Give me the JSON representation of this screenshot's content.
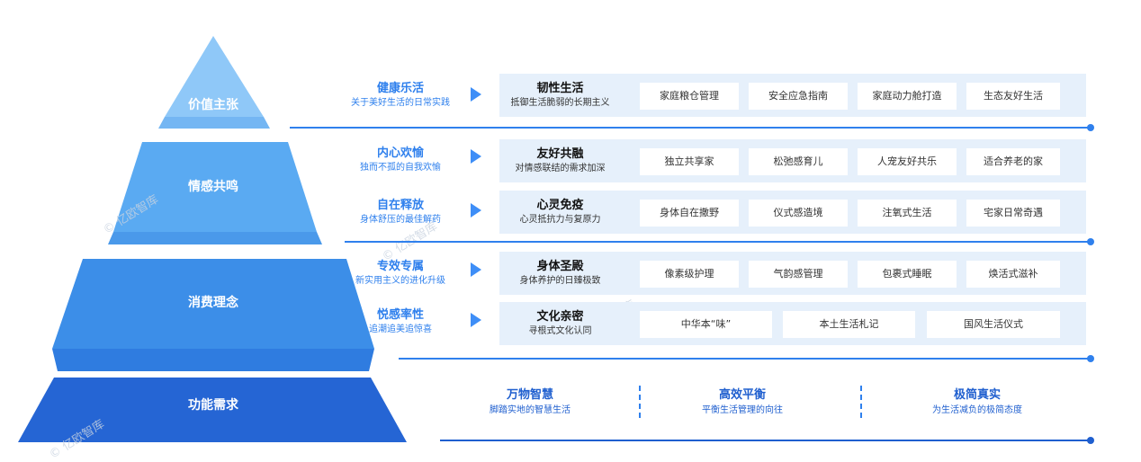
{
  "pyramid": {
    "tiers": [
      "价值主张",
      "情感共鸣",
      "消费理念",
      "功能需求"
    ],
    "watermark": "© 亿欧智库",
    "colors": {
      "tier1": "#8fc8f8",
      "tier2": "#5aaaf2",
      "tier3": "#3c8ee8",
      "tier4": "#2565d4"
    }
  },
  "subs": [
    {
      "title": "健康乐活",
      "desc": "关于美好生活的日常实践"
    },
    {
      "title": "内心欢愉",
      "desc": "独而不孤的自我欢愉"
    },
    {
      "title": "自在释放",
      "desc": "身体舒压的最佳解药"
    },
    {
      "title": "专效专属",
      "desc": "新实用主义的进化升级"
    },
    {
      "title": "悦感率性",
      "desc": "追潮追美追惊喜"
    }
  ],
  "rows": [
    {
      "theme": "韧性生活",
      "desc": "抵御生活脆弱的长期主义",
      "tags": [
        "家庭粮仓管理",
        "安全应急指南",
        "家庭动力舱打造",
        "生态友好生活"
      ]
    },
    {
      "theme": "友好共融",
      "desc": "对情感联结的需求加深",
      "tags": [
        "独立共享家",
        "松弛感育儿",
        "人宠友好共乐",
        "适合养老的家"
      ]
    },
    {
      "theme": "心灵免疫",
      "desc": "心灵抵抗力与复原力",
      "tags": [
        "身体自在撒野",
        "仪式感造境",
        "注氧式生活",
        "宅家日常奇遇"
      ]
    },
    {
      "theme": "身体圣殿",
      "desc": "身体养护的日臻极致",
      "tags": [
        "像素级护理",
        "气韵感管理",
        "包裹式睡眠",
        "焕活式滋补"
      ]
    },
    {
      "theme": "文化亲密",
      "desc": "寻根式文化认同",
      "tags": [
        "中华本“味”",
        "本土生活札记",
        "国风生活仪式"
      ]
    }
  ],
  "functions": [
    {
      "title": "万物智慧",
      "desc": "脚踏实地的智慧生活"
    },
    {
      "title": "高效平衡",
      "desc": "平衡生活管理的向往"
    },
    {
      "title": "极简真实",
      "desc": "为生活减负的极简态度"
    }
  ]
}
